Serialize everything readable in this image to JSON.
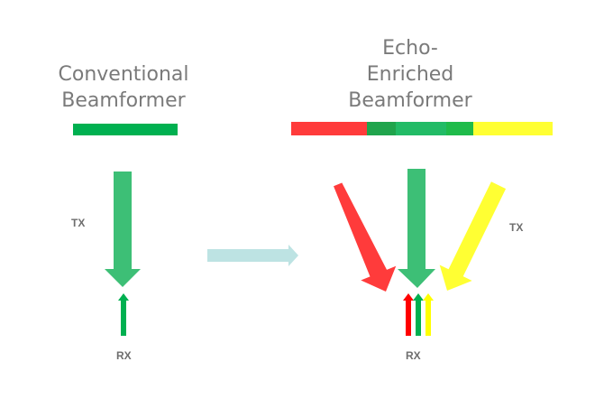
{
  "left": {
    "title_line1": "Conventional",
    "title_line2": "Beamformer",
    "tx_label": "TX",
    "rx_label": "RX"
  },
  "right": {
    "title_line1": "Echo-",
    "title_line2": "Enriched",
    "title_line3": "Beamformer",
    "tx_label": "TX",
    "rx_label": "RX"
  },
  "colors": {
    "green": "#3dbf76",
    "bar_green": "#00b050",
    "red": "#ff3b3b",
    "yellow": "#ffff33",
    "teal": "#bde3e3",
    "dark_green": "#20a44c",
    "mid_green": "#22bb66",
    "bright_green": "#1fbb4a"
  }
}
